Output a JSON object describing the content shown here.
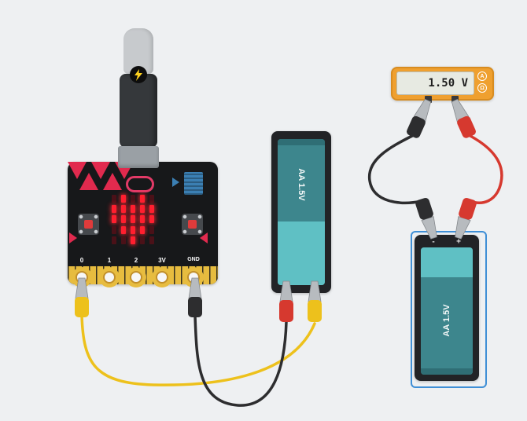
{
  "canvas": {
    "background": "#eef0f2"
  },
  "microbit": {
    "pin_labels": [
      "0",
      "1",
      "2",
      "3V",
      "GND"
    ],
    "led_pattern": [
      0,
      1,
      0,
      1,
      0,
      1,
      1,
      1,
      1,
      1,
      1,
      1,
      1,
      1,
      1,
      0,
      1,
      1,
      1,
      0,
      0,
      0,
      1,
      0,
      0
    ]
  },
  "icons": {
    "power_bolt": "lightning-bolt",
    "antenna": "radio-antenna-block",
    "antenna_arrow": "right-arrow"
  },
  "battery1": {
    "label": "AA 1.5V",
    "neg": "-",
    "pos": "+"
  },
  "battery2": {
    "label": "AA 1.5V",
    "neg": "-",
    "pos": "+"
  },
  "multimeter": {
    "reading": "1.50 V",
    "mode_a": "A",
    "mode_ohm": "Ω"
  },
  "wires": {
    "yellow": "#edc11c",
    "black": "#2d2d2f",
    "red": "#d6392f"
  },
  "clips": {
    "jaw": "#b7bbbf",
    "jaw_edge": "#85898d",
    "yellow": "#edc11c",
    "black": "#2d2d2f",
    "red": "#d6392f"
  }
}
